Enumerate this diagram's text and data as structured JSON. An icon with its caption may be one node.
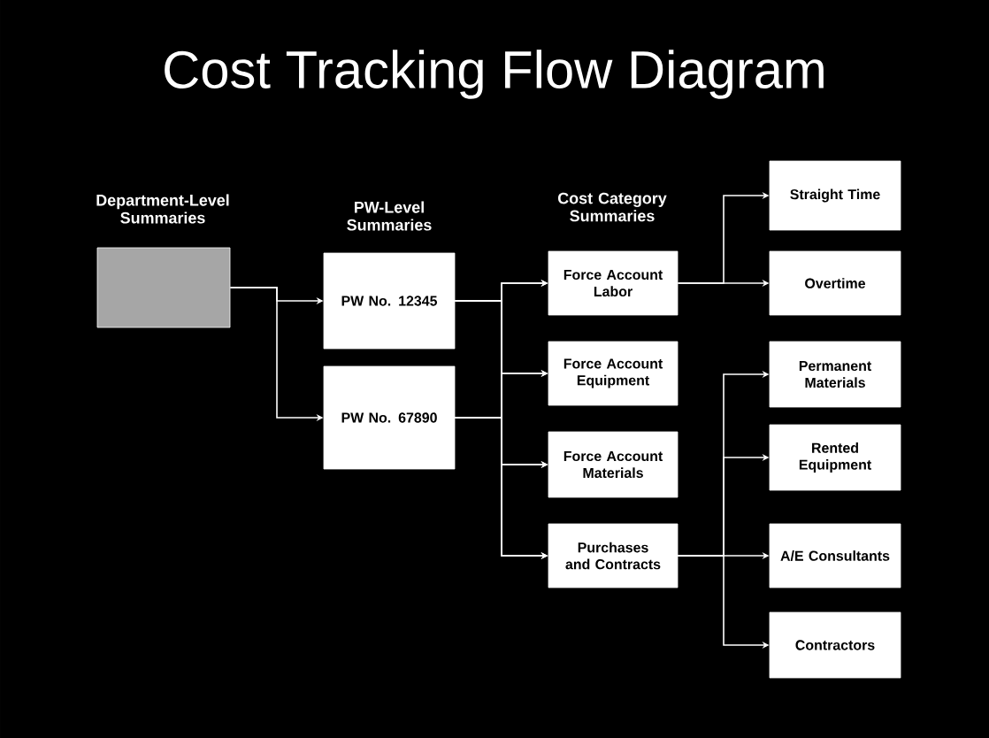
{
  "diagram": {
    "title": "Cost Tracking Flow Diagram",
    "nodes": [
      {
        "text": [],
        "shape": "box"
      },
      {
        "text": [
          "PW No. 12345"
        ]
      },
      {
        "text": [
          "PW No. 67890"
        ]
      },
      {
        "text": [
          "Force Account Labor"
        ]
      },
      {
        "text": [
          "Force Account Equipment"
        ]
      },
      {
        "text": [
          "Force Account Materials"
        ]
      },
      {
        "text": [
          "Purchases and Contracts"
        ]
      },
      {
        "text": [
          "Straight Time"
        ]
      },
      {
        "text": [
          "Overtime"
        ]
      },
      {
        "text": [
          "Permanent Materials"
        ]
      },
      {
        "text": [
          "Rented Equipment"
        ]
      },
      {
        "text": [
          "A/E Consultants"
        ]
      },
      {
        "text": [
          "Contractors"
        ]
      }
    ],
    "edges": [
      {
        "from": 0,
        "to": 1,
        "arrow": "to"
      },
      {
        "from": 0,
        "to": 2,
        "arrow": "to"
      },
      {
        "from": 1,
        "to": 3,
        "arrow": "to"
      },
      {
        "from": 1,
        "to": 4,
        "arrow": "to"
      },
      {
        "from": 1,
        "to": 5,
        "arrow": "to"
      },
      {
        "from": 1,
        "to": 6,
        "arrow": "to"
      },
      {
        "from": 2,
        "to": 3,
        "arrow": "to"
      },
      {
        "from": 2,
        "to": 4,
        "arrow": "to"
      },
      {
        "from": 2,
        "to": 5,
        "arrow": "to"
      },
      {
        "from": 2,
        "to": 6,
        "arrow": "to"
      },
      {
        "from": 3,
        "to": 7,
        "arrow": "to"
      },
      {
        "from": 3,
        "to": 8,
        "arrow": "to"
      },
      {
        "from": 6,
        "to": 9,
        "arrow": "to"
      },
      {
        "from": 6,
        "to": 10,
        "arrow": "to"
      },
      {
        "from": 6,
        "to": 11,
        "arrow": "to"
      },
      {
        "from": 6,
        "to": 12,
        "arrow": "to"
      }
    ],
    "labels": [
      "Department-Level Summaries",
      "PW-Level Summaries",
      "Cost Category Summaries"
    ]
  }
}
